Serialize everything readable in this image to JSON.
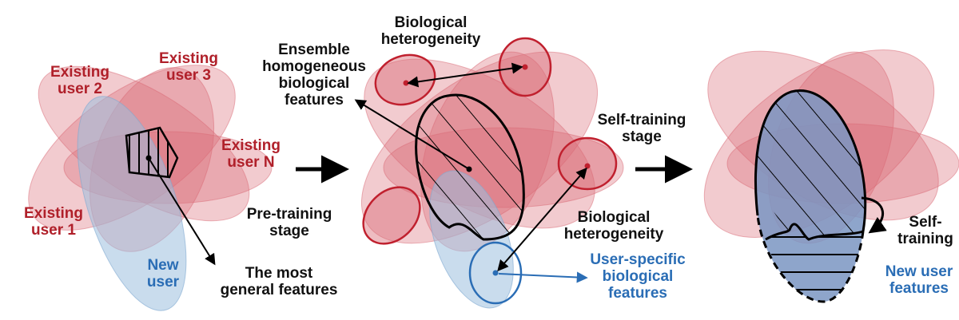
{
  "colors": {
    "existing_user": "#b0202a",
    "new_user": "#2a6db5",
    "region_fill_red": "#d96a76",
    "region_fill_blue": "#9dbfde",
    "text": "#111111"
  },
  "panel1": {
    "existing_user_2": [
      "Existing",
      "user 2"
    ],
    "existing_user_3": [
      "Existing",
      "user 3"
    ],
    "existing_user_n": [
      "Existing",
      "user N"
    ],
    "existing_user_1": [
      "Existing",
      "user 1"
    ],
    "new_user": [
      "New",
      "user"
    ],
    "most_general": [
      "The most",
      "general features"
    ]
  },
  "panel2": {
    "bio_het_top": [
      "Biological",
      "heterogeneity"
    ],
    "ensemble": [
      "Ensemble",
      "homogeneous",
      "biological",
      "features"
    ],
    "pretraining": [
      "Pre-training",
      "stage"
    ],
    "bio_het_bottom": [
      "Biological",
      "heterogeneity"
    ],
    "user_specific": [
      "User-specific",
      "biological",
      "features"
    ]
  },
  "panel3": {
    "self_training_stage": [
      "Self-training",
      "stage"
    ],
    "self_training": [
      "Self-",
      "training"
    ],
    "new_user_features": [
      "New user",
      "features"
    ]
  },
  "icons": [
    "arrow-right-icon",
    "curved-arrow-icon"
  ]
}
